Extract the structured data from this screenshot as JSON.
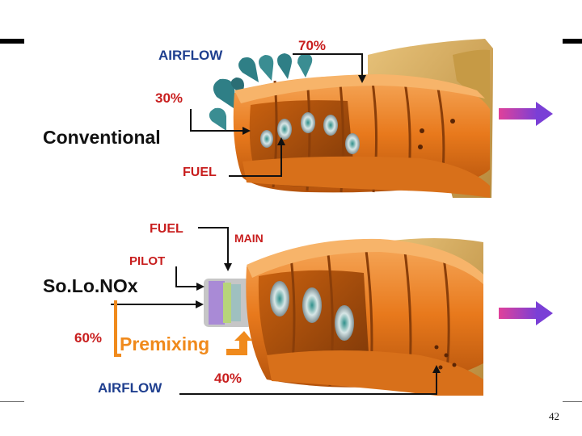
{
  "conventional": {
    "title": "Conventional",
    "airflow_label": "AIRFLOW",
    "airflow_top_pct": "70%",
    "airflow_side_pct": "30%",
    "fuel_label": "FUEL"
  },
  "solonox": {
    "title": "So.Lo.NOx",
    "fuel_label": "FUEL",
    "main_label": "MAIN",
    "pilot_label": "PILOT",
    "premix_pct": "60%",
    "premixing_label": "Premixing",
    "bottom_pct": "40%",
    "airflow_label": "AIRFLOW"
  },
  "colors": {
    "label_blue": "#1f3f8f",
    "label_red": "#c81e1e",
    "premixing_orange": "#f08a1c",
    "arrow_magenta": "#c837c8",
    "combustor_orange": "#e8791c"
  },
  "page_number": "42"
}
